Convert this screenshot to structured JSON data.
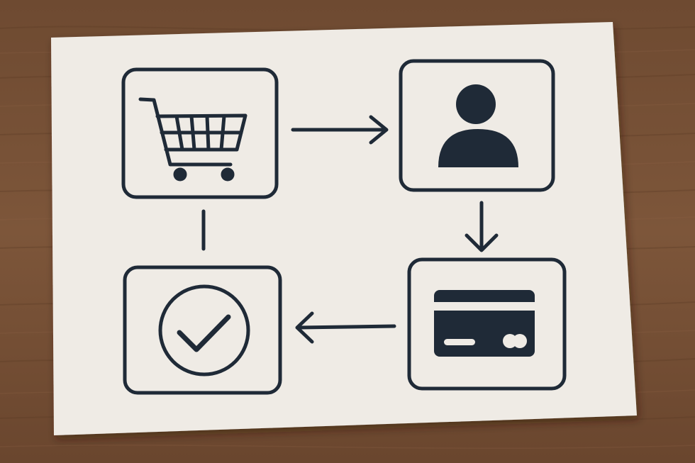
{
  "scene": {
    "surface": "wooden-table",
    "surface_color": "#7a5238",
    "card_color": "#efebe5",
    "ink_color": "#1f2a37"
  },
  "diagram": {
    "nodes": [
      {
        "id": "cart",
        "icon": "shopping-cart-icon"
      },
      {
        "id": "user",
        "icon": "user-icon"
      },
      {
        "id": "payment",
        "icon": "credit-card-icon"
      },
      {
        "id": "confirm",
        "icon": "check-circle-icon"
      }
    ],
    "edges": [
      {
        "from": "cart",
        "to": "user",
        "style": "arrow"
      },
      {
        "from": "user",
        "to": "payment",
        "style": "arrow"
      },
      {
        "from": "payment",
        "to": "confirm",
        "style": "arrow"
      },
      {
        "from": "confirm",
        "to": "cart",
        "style": "line"
      }
    ]
  }
}
